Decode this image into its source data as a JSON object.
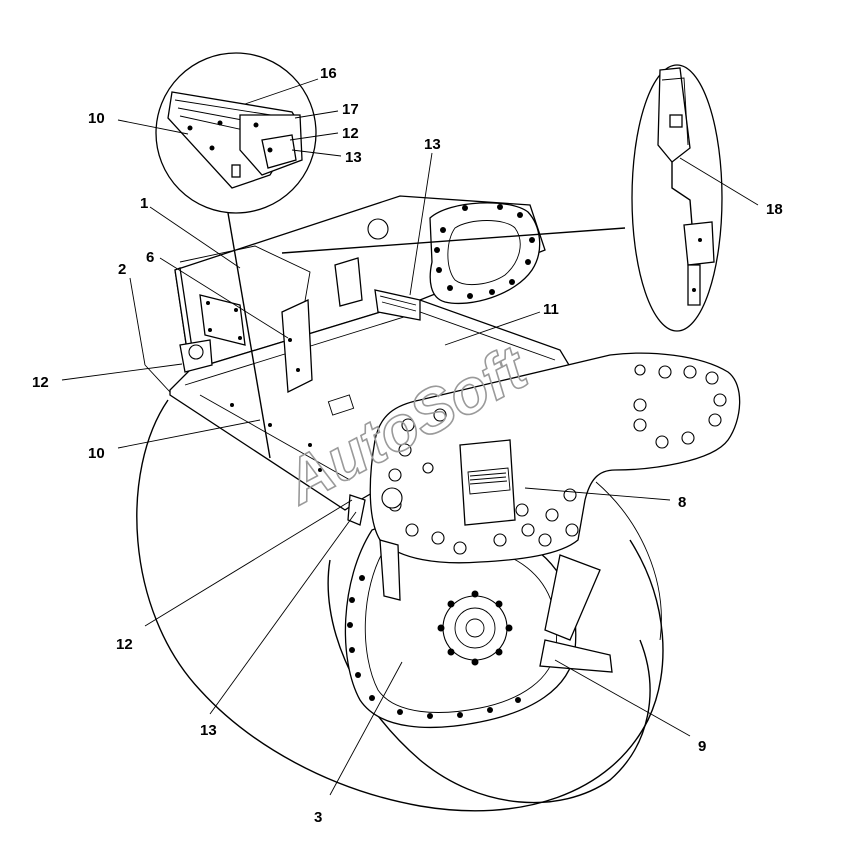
{
  "callouts": [
    {
      "id": "c16",
      "label": "16"
    },
    {
      "id": "c17",
      "label": "17"
    },
    {
      "id": "c10a",
      "label": "10"
    },
    {
      "id": "c12a",
      "label": "12"
    },
    {
      "id": "c13a",
      "label": "13"
    },
    {
      "id": "c13b",
      "label": "13"
    },
    {
      "id": "c18",
      "label": "18"
    },
    {
      "id": "c1",
      "label": "1"
    },
    {
      "id": "c6",
      "label": "6"
    },
    {
      "id": "c2",
      "label": "2"
    },
    {
      "id": "c11",
      "label": "11"
    },
    {
      "id": "c12b",
      "label": "12"
    },
    {
      "id": "c10b",
      "label": "10"
    },
    {
      "id": "c8",
      "label": "8"
    },
    {
      "id": "c12c",
      "label": "12"
    },
    {
      "id": "c13c",
      "label": "13"
    },
    {
      "id": "c9",
      "label": "9"
    },
    {
      "id": "c3",
      "label": "3"
    }
  ],
  "watermark": "AutoSoft"
}
